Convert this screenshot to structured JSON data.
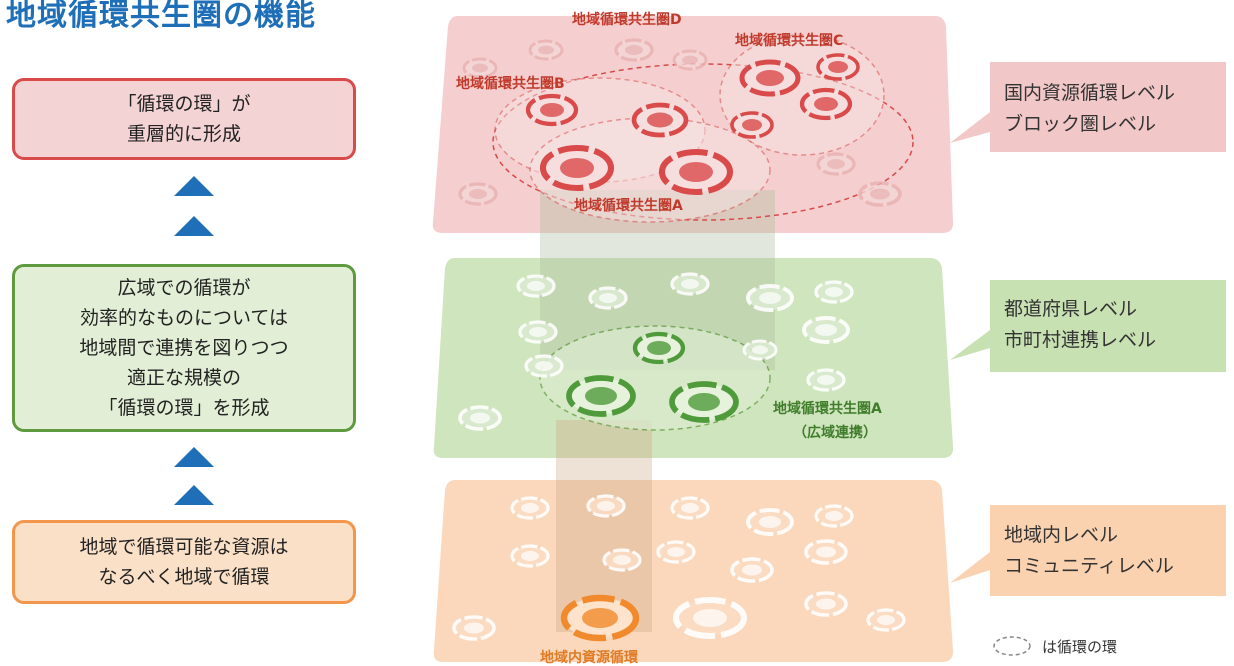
{
  "title": "地域循環共生圏の機能",
  "left_boxes": [
    {
      "text": "「循環の環」が\n重層的に形成",
      "color": "#d94a4a"
    },
    {
      "text": "広域での循環が\n効率的なものについては\n地域間で連携を図りつつ\n適正な規模の\n「循環の環」を形成",
      "color": "#5f9a3f"
    },
    {
      "text": "地域で循環可能な資源は\nなるべく地域で循環",
      "color": "#f2964b"
    }
  ],
  "arrow_color": "#1f6fb8",
  "levels": [
    {
      "callout": [
        "国内資源循環レベル",
        "ブロック圏レベル"
      ],
      "color": "#f2c7c7"
    },
    {
      "callout": [
        "都道府県レベル",
        "市町村連携レベル"
      ],
      "color": "#c8e1b3"
    },
    {
      "callout": [
        "地域内レベル",
        "コミュニティレベル"
      ],
      "color": "#fbd2b0"
    }
  ],
  "top_labels": {
    "a": "地域循環共生圏A",
    "b": "地域循環共生圏B",
    "c": "地域循環共生圏C",
    "d": "地域循環共生圏D"
  },
  "middle_labels": [
    "地域循環共生圏A",
    "（広域連携）"
  ],
  "bottom_label": "地域内資源循環",
  "legend_text": "は循環の環"
}
